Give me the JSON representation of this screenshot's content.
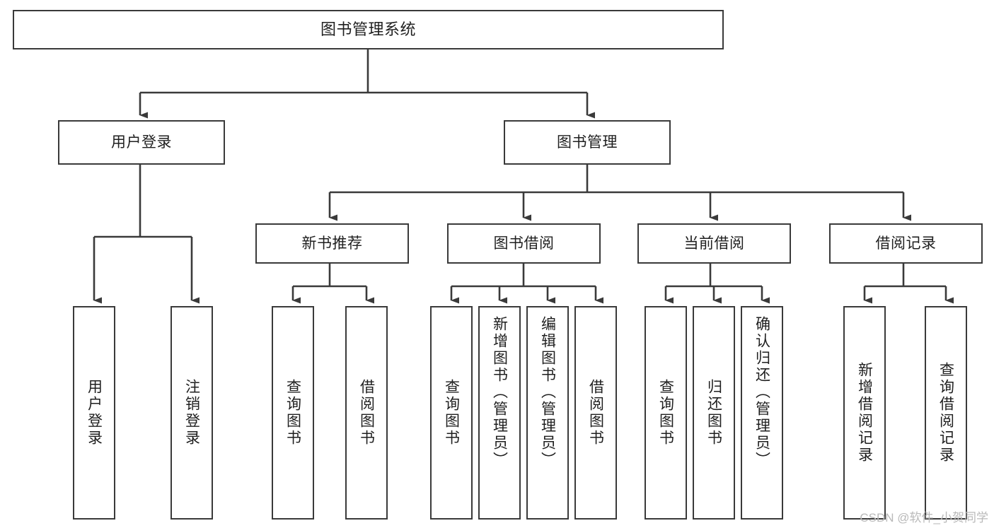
{
  "diagram": {
    "title": "图书管理系统",
    "type": "tree",
    "watermark": "CSDN @软件_小贺同学",
    "colors": {
      "box_border": "#3a3a3a",
      "box_fill": "#ffffff",
      "connector": "#3a3a3a",
      "text": "#1f1f1f",
      "watermark": "#b9b9b9",
      "background": "#ffffff"
    },
    "root": {
      "label": "图书管理系统"
    },
    "level2": [
      {
        "label": "用户登录"
      },
      {
        "label": "图书管理"
      }
    ],
    "level3": [
      {
        "label": "新书推荐"
      },
      {
        "label": "图书借阅"
      },
      {
        "label": "当前借阅"
      },
      {
        "label": "借阅记录"
      }
    ],
    "leaves": {
      "user_login": [
        {
          "label": "用户登录"
        },
        {
          "label": "注销登录"
        }
      ],
      "new_book_recommend": [
        {
          "label": "查询图书"
        },
        {
          "label": "借阅图书"
        }
      ],
      "book_borrow": [
        {
          "label": "查询图书"
        },
        {
          "label": "新增图书（管理员）"
        },
        {
          "label": "编辑图书（管理员）"
        },
        {
          "label": "借阅图书"
        }
      ],
      "current_borrow": [
        {
          "label": "查询图书"
        },
        {
          "label": "归还图书"
        },
        {
          "label": "确认归还（管理员）"
        }
      ],
      "borrow_record": [
        {
          "label": "新增借阅记录"
        },
        {
          "label": "查询借阅记录"
        }
      ]
    }
  }
}
